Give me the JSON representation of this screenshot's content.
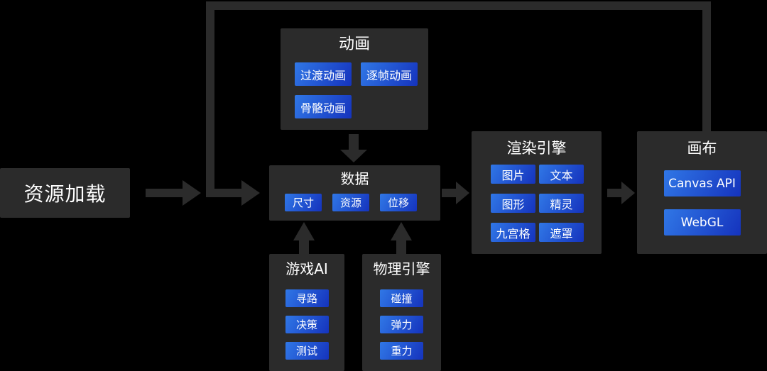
{
  "colors": {
    "background": "#000000",
    "box_bg": "#2b2b2b",
    "arrow": "#2b2b2b",
    "chip_start": "#3077e6",
    "chip_end": "#1533bd",
    "text": "#ffffff"
  },
  "diagram": {
    "resource": {
      "title": "资源加载"
    },
    "animation": {
      "title": "动画",
      "chips": [
        "过渡动画",
        "逐帧动画",
        "骨骼动画"
      ]
    },
    "data": {
      "title": "数据",
      "chips": [
        "尺寸",
        "资源",
        "位移"
      ]
    },
    "game_ai": {
      "title": "游戏AI",
      "chips": [
        "寻路",
        "决策",
        "测试"
      ]
    },
    "physics": {
      "title": "物理引擎",
      "chips": [
        "碰撞",
        "弹力",
        "重力"
      ]
    },
    "render": {
      "title": "渲染引擎",
      "chips": [
        "图片",
        "文本",
        "图形",
        "精灵",
        "九宫格",
        "遮罩"
      ]
    },
    "canvas": {
      "title": "画布",
      "chips": [
        "Canvas API",
        "WebGL"
      ]
    }
  }
}
